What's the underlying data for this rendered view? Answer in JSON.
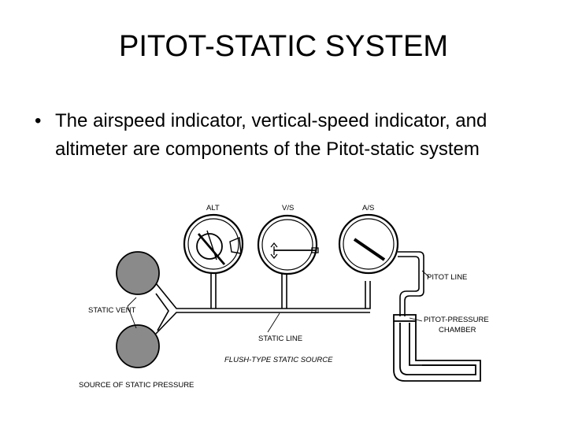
{
  "slide": {
    "title": "PITOT-STATIC SYSTEM",
    "bullet_symbol": "•",
    "bullet": "The airspeed indicator, vertical-speed indicator, and altimeter are components of the Pitot-static system"
  },
  "diagram": {
    "gauge_labels": {
      "alt": "ALT",
      "vs": "V/S",
      "as": "A/S"
    },
    "labels": {
      "static_vent": "STATIC VENT",
      "pitot_line": "PITOT LINE",
      "static_line": "STATIC LINE",
      "pitot_chamber_1": "PITOT-PRESSURE",
      "pitot_chamber_2": "CHAMBER",
      "flush_type": "FLUSH-TYPE STATIC SOURCE",
      "source": "SOURCE OF STATIC PRESSURE"
    }
  }
}
